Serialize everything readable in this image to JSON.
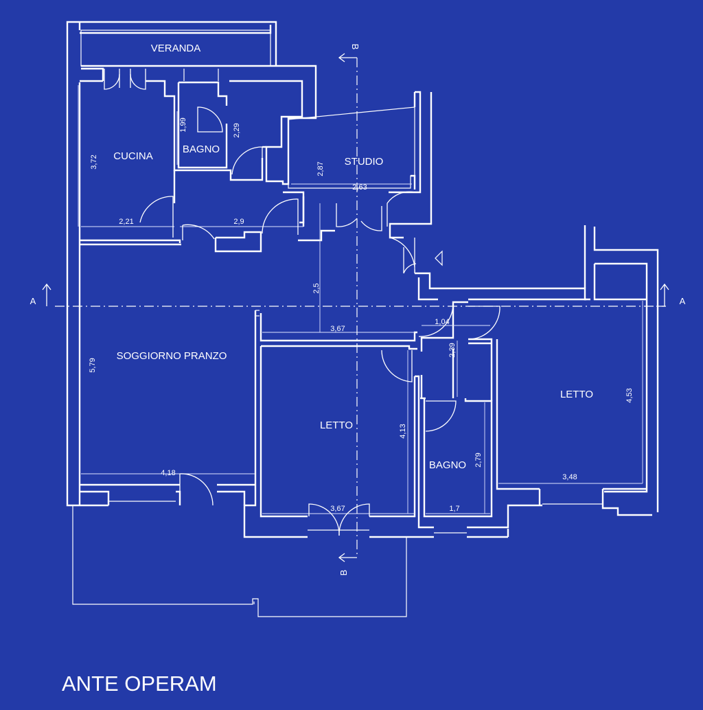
{
  "title": "ANTE OPERAM",
  "rooms": {
    "veranda": "VERANDA",
    "cucina": "CUCINA",
    "bagno_top": "BAGNO",
    "studio": "STUDIO",
    "soggiorno": "SOGGIORNO PRANZO",
    "letto_center": "LETTO",
    "letto_right": "LETTO",
    "bagno_bottom": "BAGNO"
  },
  "dimensions": {
    "cucina_h": "3,72",
    "cucina_w": "2,21",
    "bagno_top_h": "1,99",
    "disimpegno_h": "2,29",
    "corridoio_w": "2,9",
    "studio_h": "2,87",
    "studio_w": "2,63",
    "ingresso_h": "2,5",
    "soggiorno_h": "5,79",
    "soggiorno_w": "4,18",
    "letto_center_top_w": "3,67",
    "letto_center_h": "4,13",
    "letto_center_bottom_w": "3,67",
    "disimpegno_w": "1,04",
    "disimpegno2_h": "2,39",
    "bagno_bottom_h": "2,79",
    "bagno_bottom_w": "1,7",
    "letto_right_h": "4,53",
    "letto_right_w": "3,48"
  },
  "sections": {
    "a_left": "A",
    "a_right": "A",
    "b_top": "B",
    "b_bottom": "B"
  },
  "colors": {
    "background": "#233aa8",
    "lines": "#ffffff"
  }
}
